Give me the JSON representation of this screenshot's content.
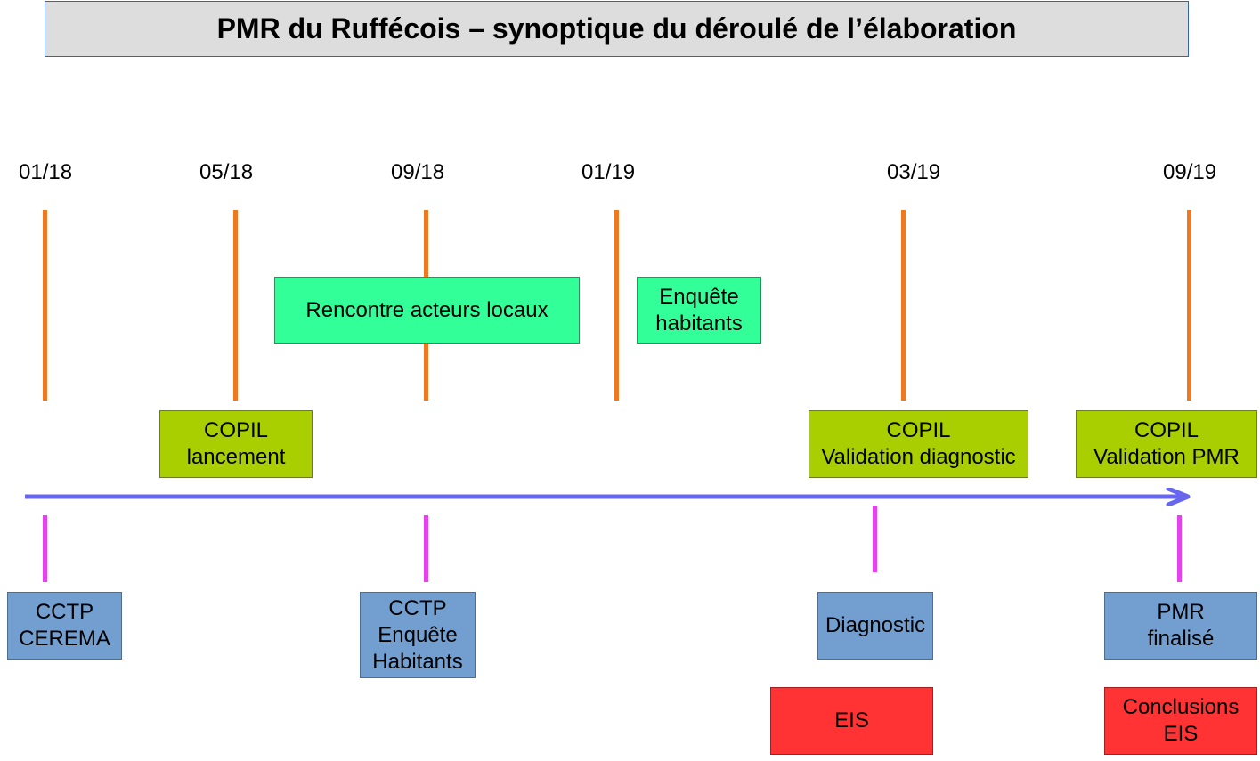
{
  "title": "PMR du Ruffécois – synoptique du déroulé de l’élaboration",
  "dates": [
    "01/18",
    "05/18",
    "09/18",
    "01/19",
    "03/19",
    "09/19"
  ],
  "top_boxes": {
    "rencontre": [
      "Rencontre acteurs locaux"
    ],
    "enquete": [
      "Enquête",
      "habitants"
    ]
  },
  "copil_boxes": {
    "lancement": [
      "COPIL",
      "lancement"
    ],
    "diagnostic": [
      "COPIL",
      "Validation diagnostic"
    ],
    "pmr": [
      "COPIL",
      "Validation PMR"
    ]
  },
  "bottom_boxes": {
    "cctp_cerema": [
      "CCTP",
      "CEREMA"
    ],
    "cctp_enquete": [
      "CCTP",
      "Enquête",
      "Habitants"
    ],
    "diagnostic": [
      "Diagnostic"
    ],
    "pmr_finalise": [
      "PMR",
      "finalisé"
    ]
  },
  "eis_boxes": {
    "eis": [
      "EIS"
    ],
    "conclusions": [
      "Conclusions",
      "EIS"
    ]
  },
  "colors": {
    "milestone_line": "#f07820",
    "deliverable_line": "#e83ff0",
    "timeline_arrow": "#6666ee",
    "consultation_box": "#33ff99",
    "copil_box": "#aacf00",
    "deliverable_box": "#729fcf",
    "eis_box": "#ff3333"
  }
}
